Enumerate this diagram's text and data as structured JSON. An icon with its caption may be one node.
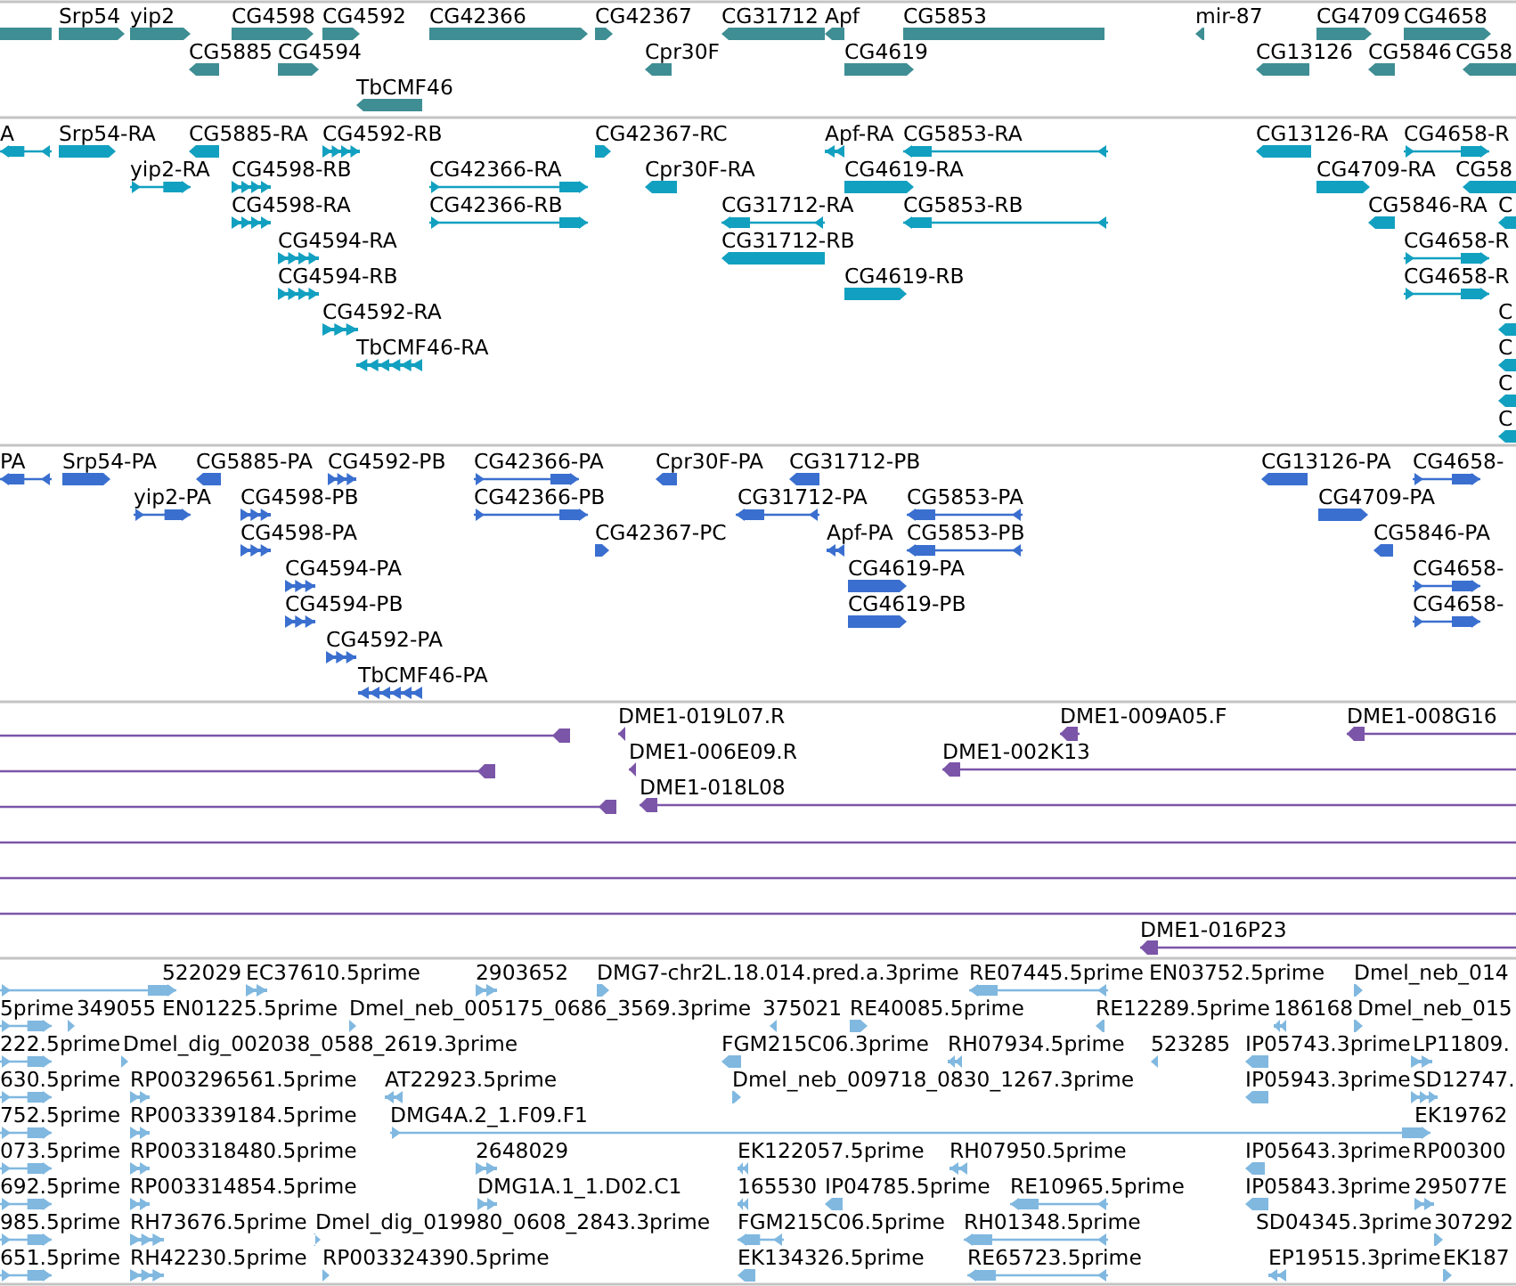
{
  "diagram": {
    "labels": [
      "Srp54",
      "yip2",
      "CG4598",
      "CG4592",
      "CG42366",
      "CG42367",
      "CG31712",
      "Apf",
      "CG5853",
      "mir-87",
      "CG4709",
      "CG4658",
      "CG5885",
      "CG4594",
      "Cpr30F",
      "CG4619",
      "CG13126",
      "CG5846",
      "CG58",
      "TbCMF46",
      "A",
      "Srp54-RA",
      "CG5885-RA",
      "CG4592-RB",
      "CG42367-RC",
      "Apf-RA",
      "CG5853-RA",
      "CG13126-RA",
      "CG4658-R",
      "yip2-RA",
      "CG4598-RB",
      "CG42366-RA",
      "Cpr30F-RA",
      "CG4619-RA",
      "CG4709-RA",
      "CG58",
      "CG4598-RA",
      "CG42366-RB",
      "CG31712-RA",
      "CG5853-RB",
      "CG5846-RA",
      "C",
      "CG4594-RA",
      "CG31712-RB",
      "CG4658-R",
      "CG4594-RB",
      "CG4619-RB",
      "CG4658-R",
      "CG4592-RA",
      "C",
      "TbCMF46-RA",
      "C",
      "C",
      "C",
      "PA",
      "Srp54-PA",
      "CG5885-PA",
      "CG4592-PB",
      "CG42366-PA",
      "Cpr30F-PA",
      "CG31712-PB",
      "CG13126-PA",
      "CG4658-",
      "yip2-PA",
      "CG4598-PB",
      "CG42366-PB",
      "CG31712-PA",
      "CG5853-PA",
      "CG4709-PA",
      "CG4598-PA",
      "CG42367-PC",
      "Apf-PA",
      "CG5853-PB",
      "CG5846-PA",
      "CG4594-PA",
      "CG4619-PA",
      "CG4658-",
      "CG4594-PB",
      "CG4619-PB",
      "CG4658-",
      "CG4592-PA",
      "TbCMF46-PA",
      "DME1-019L07.R",
      "DME1-009A05.F",
      "DME1-008G16",
      "DME1-006E09.R",
      "DME1-002K13",
      "DME1-018L08",
      "DME1-016P23",
      "522029",
      "EC37610.5prime",
      "2903652",
      "DMG7-chr2L.18.014.pred.a.3prime",
      "RE07445.5prime",
      "EN03752.5prime",
      "Dmel_neb_014",
      "5prime",
      "349055",
      "EN01225.5prime",
      "Dmel_neb_005175_0686_3569.3prime",
      "375021",
      "RE40085.5prime",
      "RE12289.5prime",
      "186168",
      "Dmel_neb_015",
      "222.5prime",
      "Dmel_dig_002038_0588_2619.3prime",
      "FGM215C06.3prime",
      "RH07934.5prime",
      "523285",
      "IP05743.3prime",
      "LP11809.",
      "630.5prime",
      "RP003296561.5prime",
      "AT22923.5prime",
      "Dmel_neb_009718_0830_1267.3prime",
      "IP05943.3prime",
      "SD12747.",
      "752.5prime",
      "RP003339184.5prime",
      "DMG4A.2_1.F09.F1",
      "EK19762",
      "073.5prime",
      "RP003318480.5prime",
      "2648029",
      "EK122057.5prime",
      "RH07950.5prime",
      "IP05643.3prime",
      "RP00300",
      "692.5prime",
      "RP003314854.5prime",
      "DMG1A.1_1.D02.C1",
      "165530",
      "IP04785.5prime",
      "RE10965.5prime",
      "IP05843.3prime",
      "295077E",
      "985.5prime",
      "RH73676.5prime",
      "Dmel_dig_019980_0608_2843.3prime",
      "FGM215C06.5prime",
      "RH01348.5prime",
      "SD04345.3prime",
      "307292",
      "651.5prime",
      "RH42230.5prime",
      "RP003324390.5prime",
      "EK134326.5prime",
      "RE65723.5prime",
      "EP19515.3prime",
      "EK187"
    ]
  }
}
